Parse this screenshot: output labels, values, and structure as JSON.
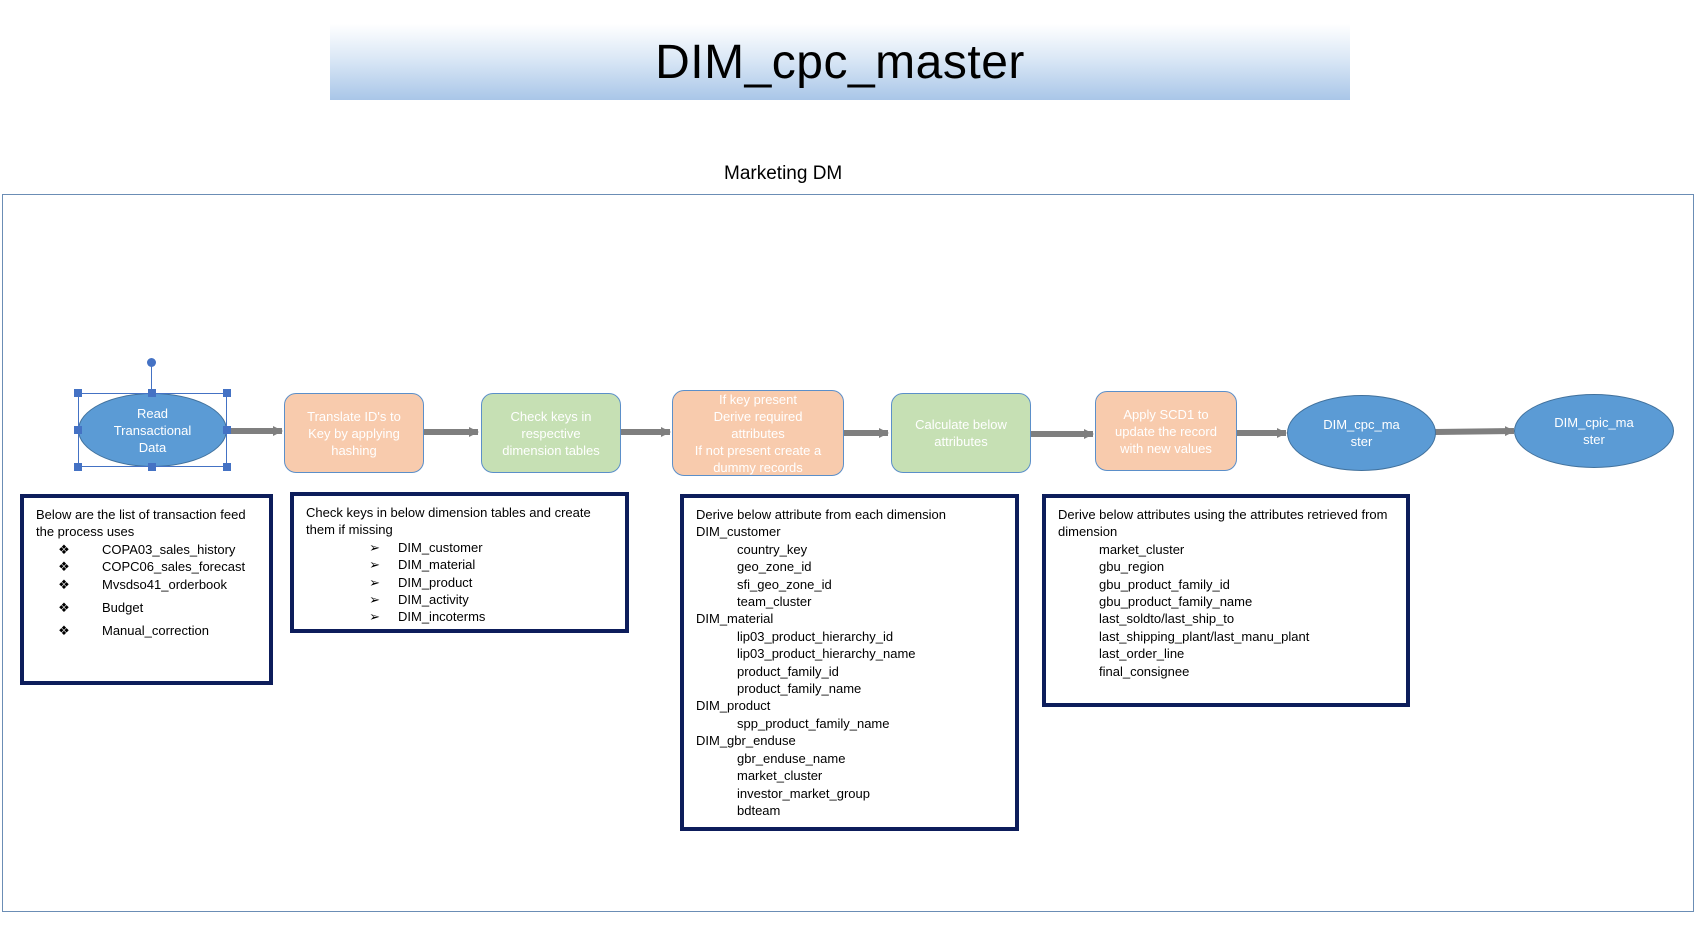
{
  "title": "DIM_cpc_master",
  "subtitle": "Marketing DM",
  "colors": {
    "ellipse": "#5b9bd5",
    "orange": "#f8cbad",
    "green": "#c6e0b4",
    "arrow": "#7f7f7f",
    "box_border": "#0d1d5b"
  },
  "flow": [
    {
      "id": "read",
      "shape": "ellipse",
      "label": "Read\nTransactional\nData"
    },
    {
      "id": "translate",
      "shape": "rect-orange",
      "label": "Translate ID's to\nKey by applying\nhashing"
    },
    {
      "id": "check",
      "shape": "rect-green",
      "label": "Check keys in\nrespective\ndimension tables"
    },
    {
      "id": "derive",
      "shape": "rect-orange",
      "label": "If key present\nDerive required\nattributes\nIf not present create a\ndummy records"
    },
    {
      "id": "calculate",
      "shape": "rect-green",
      "label": "Calculate below\nattributes"
    },
    {
      "id": "scd",
      "shape": "rect-orange",
      "label": "Apply SCD1 to\nupdate the record\nwith new values"
    },
    {
      "id": "dim1",
      "shape": "ellipse",
      "label": "DIM_cpc_ma\nster"
    },
    {
      "id": "dim2",
      "shape": "ellipse",
      "label": "DIM_cpic_ma\nster"
    }
  ],
  "box_feeds": {
    "head": "Below are the list of transaction feed the process uses",
    "bullet": "❖",
    "items": [
      "COPA03_sales_history",
      "COPC06_sales_forecast",
      "Mvsdso41_orderbook",
      "Budget",
      "Manual_correction"
    ]
  },
  "box_keys": {
    "head": "Check keys in below dimension tables and create them if missing",
    "bullet": "➢",
    "items": [
      "DIM_customer",
      "DIM_material",
      "DIM_product",
      "DIM_activity",
      "DIM_incoterms"
    ]
  },
  "box_derive": {
    "head": "Derive below attribute from each dimension",
    "groups": [
      {
        "name": "DIM_customer",
        "items": [
          "country_key",
          "geo_zone_id",
          "sfi_geo_zone_id",
          "team_cluster"
        ]
      },
      {
        "name": "DIM_material",
        "items": [
          "lip03_product_hierarchy_id",
          "lip03_product_hierarchy_name",
          "product_family_id",
          "product_family_name"
        ]
      },
      {
        "name": "DIM_product",
        "items": [
          "spp_product_family_name"
        ]
      },
      {
        "name": "DIM_gbr_enduse",
        "items": [
          "gbr_enduse_name",
          "market_cluster",
          "investor_market_group",
          "bdteam"
        ]
      }
    ]
  },
  "box_attrs": {
    "head": "Derive below attributes using the attributes retrieved from dimension",
    "items": [
      "market_cluster",
      "gbu_region",
      "gbu_product_family_id",
      "gbu_product_family_name",
      "last_soldto/last_ship_to",
      "last_shipping_plant/last_manu_plant",
      "last_order_line",
      "final_consignee"
    ]
  }
}
